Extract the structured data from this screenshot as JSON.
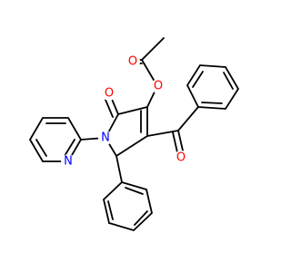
{
  "colors": {
    "bond": "#000000",
    "carbon": "#000000",
    "oxygen": "#ff0000",
    "nitrogen": "#0000ff",
    "background": "#ffffff"
  },
  "atoms": {
    "o_ester": {
      "symbol": "O",
      "element": "oxygen"
    },
    "o_acetyl": {
      "symbol": "O",
      "element": "oxygen"
    },
    "o_lactam": {
      "symbol": "O",
      "element": "oxygen"
    },
    "o_ketone": {
      "symbol": "O",
      "element": "oxygen"
    },
    "n_ring": {
      "symbol": "N",
      "element": "nitrogen"
    },
    "n_pyridine": {
      "symbol": "N",
      "element": "nitrogen"
    }
  }
}
